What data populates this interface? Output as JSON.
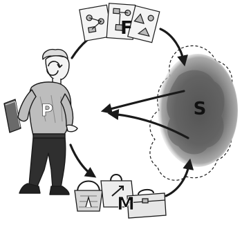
{
  "diagram": {
    "labels": {
      "f": "F",
      "s": "S",
      "p": "P",
      "m": "M"
    }
  },
  "colors": {
    "ink": "#1a1a1a",
    "cloud_dark": "#555555",
    "cloud_mid": "#8a8a8a",
    "shirt": "#bdbdbd",
    "jeans": "#2f2f2f",
    "paper": "#f4f4f4",
    "toolbox": "#e6e6e6"
  }
}
